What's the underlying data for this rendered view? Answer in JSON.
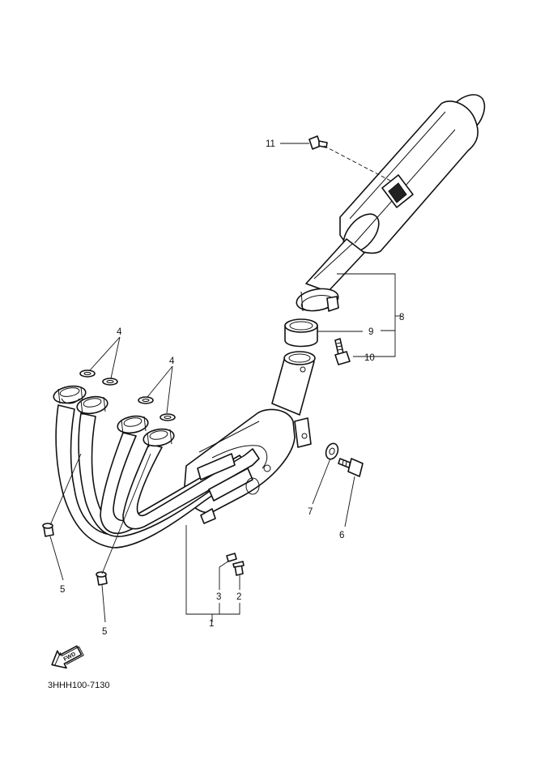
{
  "diagram": {
    "parts": {
      "p1": "1",
      "p2": "2",
      "p3": "3",
      "p4a": "4",
      "p4b": "4",
      "p5a": "5",
      "p5b": "5",
      "p6": "6",
      "p7": "7",
      "p8": "8",
      "p9": "9",
      "p10": "10",
      "p11": "11"
    },
    "direction_badge": "FWD",
    "diagram_code": "3HHH100-7130"
  }
}
